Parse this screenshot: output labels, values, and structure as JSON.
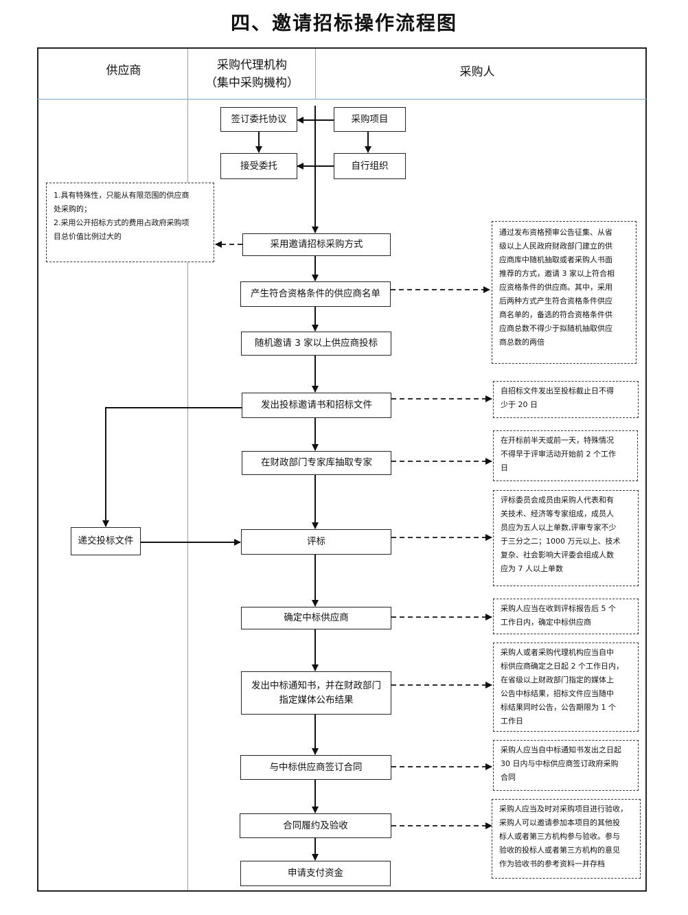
{
  "title": "四、邀请招标操作流程图",
  "lanes": {
    "supplier": "供应商",
    "agency_line1": "采购代理机构",
    "agency_line2": "（集中采购機构）",
    "purchaser": "采购人"
  },
  "nodes": {
    "sign_agreement": "签订委托协议",
    "purchase_project": "采购项目",
    "accept_entrust": "接受委托",
    "self_organize": "自行组织",
    "invite_method": "采用邀请招标采购方式",
    "qualified_list": "产生符合资格条件的供应商名单",
    "random_invite": "随机邀请 3 家以上供应商投标",
    "issue_docs": "发出投标邀请书和招标文件",
    "draw_experts": "在财政部门专家库抽取专家",
    "submit_bid": "递交投标文件",
    "evaluate": "评标",
    "determine_winner": "确定中标供应商",
    "notice_line1": "发出中标通知书，并在财政部门",
    "notice_line2": "指定媒体公布结果",
    "sign_contract": "与中标供应商签订合同",
    "acceptance": "合同履约及验收",
    "payment": "申请支付资金"
  },
  "notes": {
    "left_conditions": [
      "1.具有特殊性，只能从有限范围的供应商",
      "处采购的；",
      "2.采用公开招标方式的费用占政府采购项",
      "目总价值比例过大的"
    ],
    "qualified_list": [
      "通过发布资格预审公告征集、从省",
      "级以上人民政府财政部门建立的供",
      "应商库中随机抽取或者采购人书面",
      "推荐的方式，邀请 3 家以上符合相",
      "应资格条件的供应商。其中，采用",
      "后两种方式产生符合资格条件供应",
      "商名单的，备选的符合资格条件供",
      "应商总数不得少于拟随机抽取供应",
      "商总数的两倍"
    ],
    "issue_docs": [
      "自招标文件发出至投标截止日不得",
      "少于 20 日"
    ],
    "draw_experts": [
      "在开标前半天或前一天，特殊情况",
      "不得早于评审活动开始前 2 个工作",
      "日"
    ],
    "evaluate": [
      "评标委员会成员由采购人代表和有",
      "关技术、经济等专家组成，成员人",
      "员应为五人以上单数,评审专家不少",
      "于三分之二；1000 万元以上、技术",
      "复杂、社会影响大评委会组成人数",
      "应为 7 人以上单数"
    ],
    "determine_winner": [
      "采购人应当在收到评标报告后 5 个",
      "工作日内，确定中标供应商"
    ],
    "notice": [
      "采购人或者采购代理机构应当自中",
      "标供应商确定之日起 2 个工作日内，",
      "在省级以上财政部门指定的媒体上",
      "公告中标结果，招标文件应当随中",
      "标结果同时公告，公告期限为 1 个",
      "工作日"
    ],
    "sign_contract": [
      "采购人应当自中标通知书发出之日起",
      "30 日内与中标供应商签订政府采购",
      "合同"
    ],
    "acceptance": [
      "采购人应当及时对采购项目进行验收，",
      "采购人可以邀请参加本项目的其他投",
      "标人或者第三方机构参与验收。参与",
      "验收的投标人或者第三方机构的意见",
      "作为验收书的参考资料一并存档"
    ]
  }
}
